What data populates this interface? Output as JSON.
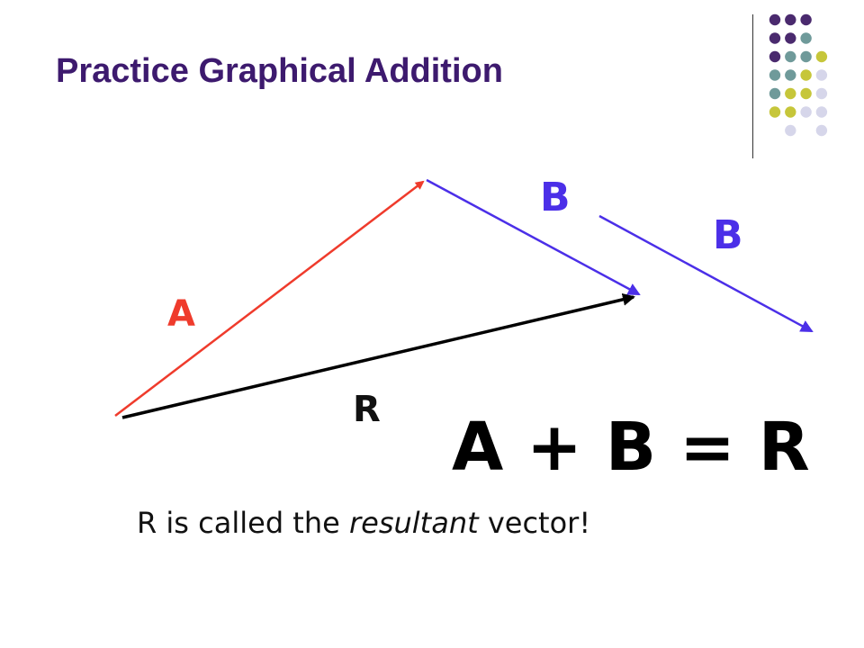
{
  "slide": {
    "title": "Practice Graphical Addition",
    "equation": "A + B = R",
    "caption_pre": "R is called the",
    "caption_em": "resultant",
    "caption_post": "vector!"
  },
  "vectors": {
    "a": {
      "label": "A",
      "color": "#ef3b2c"
    },
    "b": {
      "label": "B",
      "color": "#4b2fe8"
    },
    "b_copy": {
      "label": "B",
      "color": "#4b2fe8"
    },
    "r": {
      "label": "R",
      "color": "#000000"
    }
  },
  "decoration": {
    "palette": [
      "#4a2a6e",
      "#6f9a9a",
      "#c6c63a",
      "#d6d6ea"
    ]
  }
}
